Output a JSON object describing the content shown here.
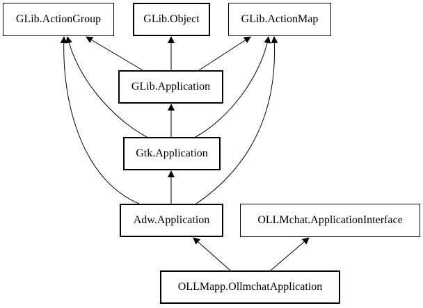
{
  "nodes": {
    "action_group": "GLib.ActionGroup",
    "object": "GLib.Object",
    "action_map": "GLib.ActionMap",
    "glib_application": "GLib.Application",
    "gtk_application": "Gtk.Application",
    "adw_application": "Adw.Application",
    "application_interface": "OLLMchat.ApplicationInterface",
    "ollmchat_application": "OLLMapp.OllmchatApplication"
  },
  "edges": [
    {
      "from": "glib_application",
      "to": "action_group"
    },
    {
      "from": "glib_application",
      "to": "object"
    },
    {
      "from": "glib_application",
      "to": "action_map"
    },
    {
      "from": "gtk_application",
      "to": "glib_application"
    },
    {
      "from": "gtk_application",
      "to": "action_group"
    },
    {
      "from": "gtk_application",
      "to": "action_map"
    },
    {
      "from": "adw_application",
      "to": "gtk_application"
    },
    {
      "from": "adw_application",
      "to": "action_group"
    },
    {
      "from": "adw_application",
      "to": "action_map"
    },
    {
      "from": "ollmchat_application",
      "to": "adw_application"
    },
    {
      "from": "ollmchat_application",
      "to": "application_interface"
    }
  ]
}
